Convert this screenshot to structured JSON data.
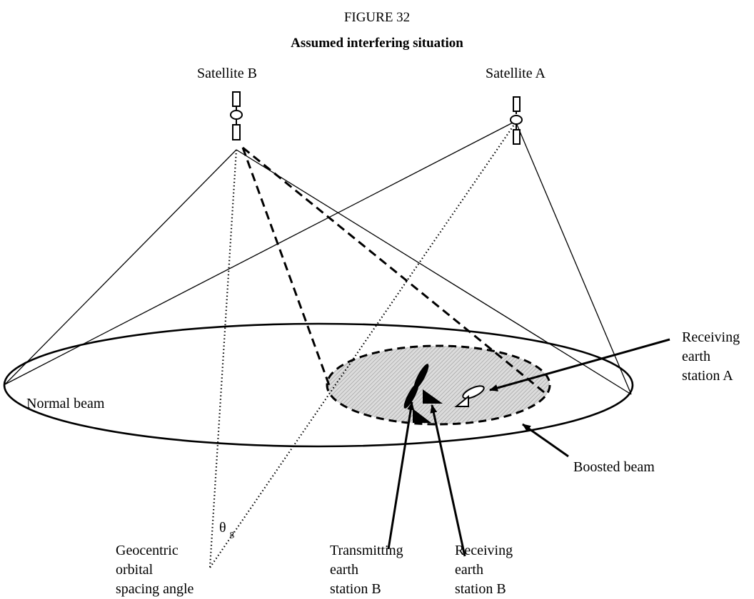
{
  "figure": {
    "number": "FIGURE 32",
    "title": "Assumed interfering situation"
  },
  "labels": {
    "satellite_b": "Satellite B",
    "satellite_a": "Satellite A",
    "normal_beam": "Normal beam",
    "boosted_beam": "Boosted beam",
    "receiving_earth_station_a": [
      "Receiving",
      "earth",
      "station A"
    ],
    "transmitting_earth_station_b": [
      "Transmitting",
      "earth",
      "station B"
    ],
    "receiving_earth_station_b": [
      "Receiving",
      "earth",
      "station B"
    ],
    "geocentric_angle": [
      "Geocentric",
      "orbital",
      "spacing angle"
    ],
    "theta_symbol": "θ",
    "theta_subscript": "g"
  }
}
